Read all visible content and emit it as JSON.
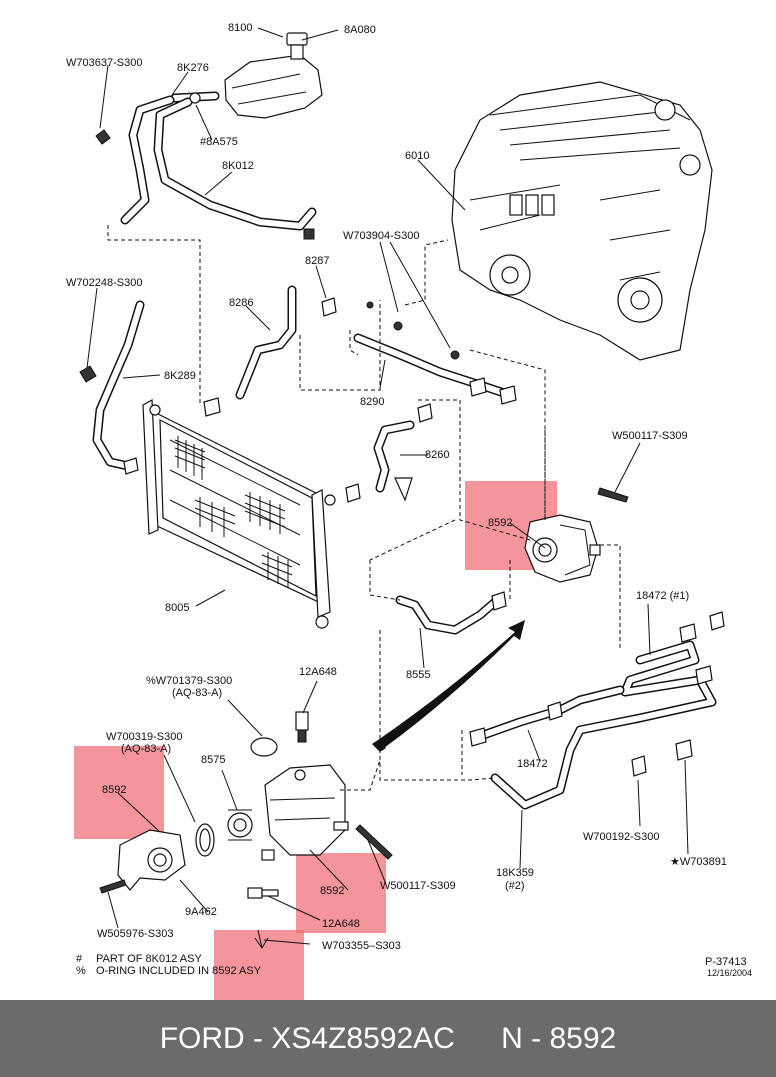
{
  "labels": {
    "l8100": "8100",
    "l8A080": "8A080",
    "lW703637": "W703637-S300",
    "l8K276": "8K276",
    "l8A575": "#8A575",
    "l8K012": "8K012",
    "l6010": "6010",
    "lW703904": "W703904-S300",
    "lW702248": "W702248-S300",
    "l8287": "8287",
    "l8286": "8286",
    "l8K289": "8K289",
    "l8290": "8290",
    "l8260": "8260",
    "lW500117a": "W500117-S309",
    "l8592a": "8592",
    "l8005": "8005",
    "l8555": "8555",
    "l18472a": "18472 (#1)",
    "l18472b": "18472",
    "lW701379": "%W701379-S300",
    "lAQ83a": "(AQ-83-A)",
    "l12A648a": "12A648",
    "lW700319": "W700319-S300",
    "lAQ83b": "(AQ-83-A)",
    "l8575": "8575",
    "l8592b": "8592",
    "l8592c": "8592",
    "lW500117b": "W500117-S309",
    "l18K359": "18K359",
    "l18K359n": "(#2)",
    "lW700192": "W700192-S300",
    "lW703891": "★W703891",
    "l9A462": "9A462",
    "l12A648b": "12A648",
    "lW505976": "W505976-S303",
    "lW703355": "W703355–S303",
    "lP37413": "P-37413",
    "lDate": "12/16/2004"
  },
  "notes": {
    "hash_sym": "#",
    "hash_text": "PART OF 8K012 ASY",
    "pct_sym": "%",
    "pct_text": "O-RING INCLUDED IN 8592 ASY"
  },
  "footer": {
    "left": "FORD - XS4Z8592AC",
    "right": "N - 8592"
  },
  "colors": {
    "highlight": "#f06c74",
    "footer_bg": "#6b6b6b",
    "footer_text": "#ffffff"
  }
}
